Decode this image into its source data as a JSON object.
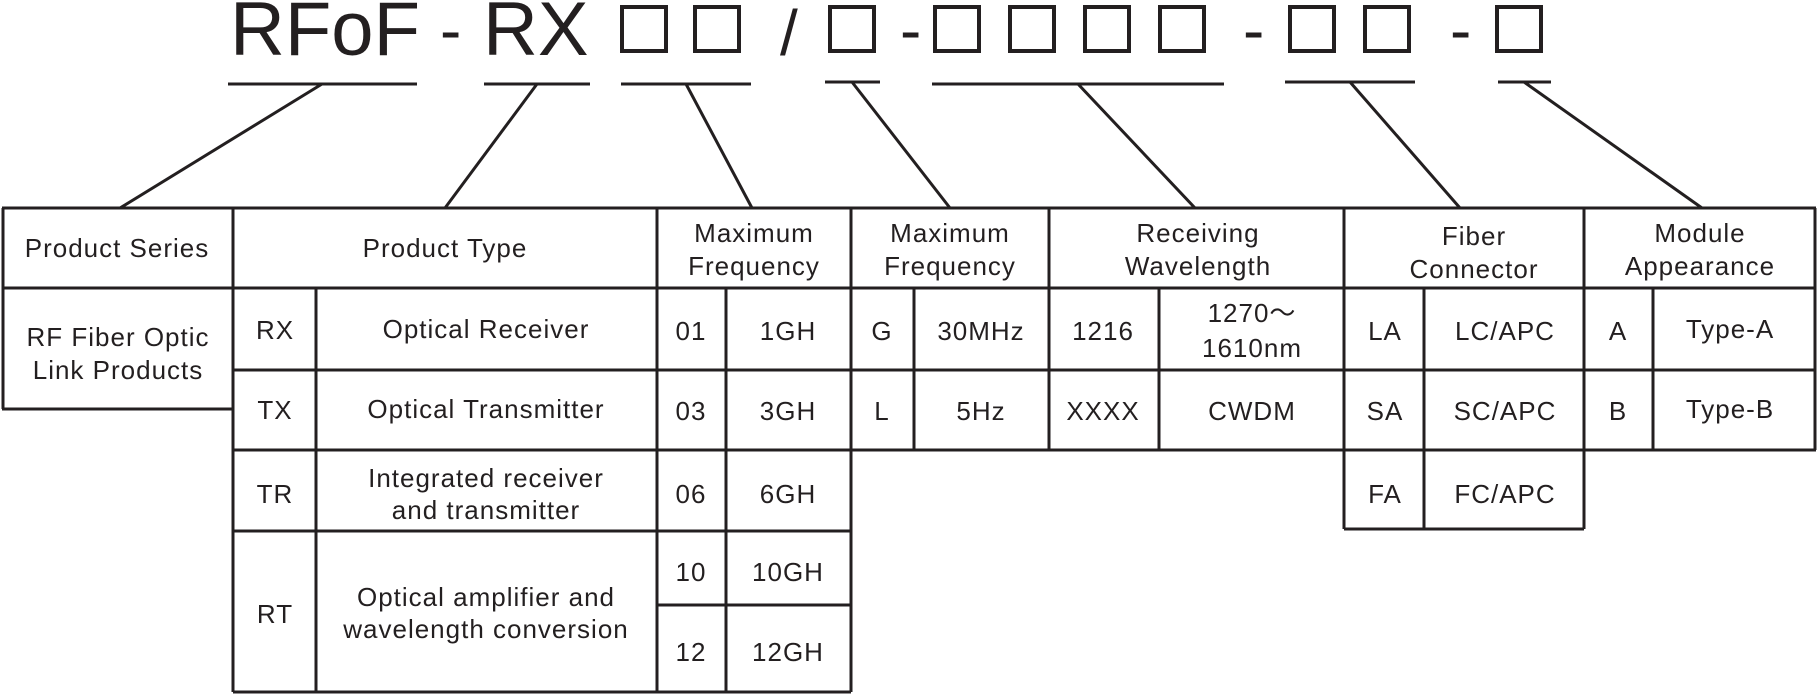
{
  "colors": {
    "ink": "#231f20",
    "background": "#ffffff"
  },
  "code": {
    "series": "RFoF",
    "sep1": "-",
    "type": "RX",
    "sep2": "/",
    "sep3": "-",
    "sep4": "-",
    "sep5": "-",
    "placeholder_icon": "empty-square-icon"
  },
  "headers": {
    "series": "Product Series",
    "type": "Product Type",
    "max_freq_1": [
      "Maximum",
      "Frequency"
    ],
    "max_freq_2": [
      "Maximum",
      "Frequency"
    ],
    "wavelength": [
      "Receiving",
      "Wavelength"
    ],
    "fiber": [
      "Fiber",
      "Connector"
    ],
    "appearance": [
      "Module",
      "Appearance"
    ]
  },
  "series": {
    "lines": [
      "RF Fiber Optic",
      "Link Products"
    ]
  },
  "product_types": [
    {
      "code": "RX",
      "lines": [
        "Optical Receiver"
      ]
    },
    {
      "code": "TX",
      "lines": [
        "Optical Transmitter"
      ]
    },
    {
      "code": "TR",
      "lines": [
        "Integrated receiver",
        "and transmitter"
      ]
    },
    {
      "code": "RT",
      "lines": [
        "Optical amplifier and",
        "wavelength conversion"
      ]
    }
  ],
  "max_freq_1": [
    {
      "code": "01",
      "value": "1GH"
    },
    {
      "code": "03",
      "value": "3GH"
    },
    {
      "code": "06",
      "value": "6GH"
    },
    {
      "code": "10",
      "value": "10GH"
    },
    {
      "code": "12",
      "value": "12GH"
    }
  ],
  "max_freq_2": [
    {
      "code": "G",
      "value": "30MHz"
    },
    {
      "code": "L",
      "value": "5Hz"
    }
  ],
  "wavelength": [
    {
      "code": "1216",
      "lines": [
        "1270～",
        "1610nm"
      ]
    },
    {
      "code": "XXXX",
      "lines": [
        "CWDM"
      ]
    }
  ],
  "fiber": [
    {
      "code": "LA",
      "value": "LC/APC"
    },
    {
      "code": "SA",
      "value": "SC/APC"
    },
    {
      "code": "FA",
      "value": "FC/APC"
    }
  ],
  "appearance": [
    {
      "code": "A",
      "value": "Type-A"
    },
    {
      "code": "B",
      "value": "Type-B"
    }
  ]
}
